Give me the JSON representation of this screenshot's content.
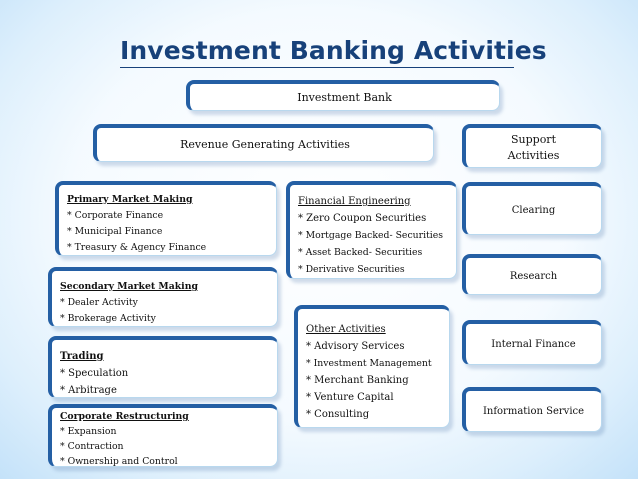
{
  "title": "Investment Banking Activities",
  "root": {
    "label": "Investment Bank"
  },
  "revenue": {
    "label": "Revenue Generating Activities"
  },
  "support": {
    "label_line1": "Support",
    "label_line2": "Activities",
    "items": [
      "Clearing",
      "Research",
      "Internal Finance",
      "Information Service"
    ]
  },
  "primary_market": {
    "heading": "Primary Market Making",
    "items": [
      "* Corporate Finance",
      "* Municipal Finance",
      "* Treasury & Agency Finance"
    ]
  },
  "secondary_market": {
    "heading": "Secondary Market Making",
    "items": [
      "* Dealer Activity",
      "* Brokerage Activity"
    ]
  },
  "trading": {
    "heading": "Trading",
    "items": [
      "* Speculation",
      "* Arbitrage"
    ]
  },
  "corporate_restructuring": {
    "heading": "Corporate Restructuring",
    "items": [
      "* Expansion",
      "* Contraction",
      "* Ownership and Control"
    ]
  },
  "financial_engineering": {
    "heading": "Financial Engineering",
    "items": [
      "* Zero Coupon Securities",
      "* Mortgage Backed- Securities",
      "* Asset Backed- Securities",
      "* Derivative Securities"
    ]
  },
  "other_activities": {
    "heading": "Other Activities",
    "items": [
      "* Advisory Services",
      "* Investment Management",
      "* Merchant Banking",
      "* Venture Capital",
      "* Consulting"
    ]
  },
  "colors": {
    "title": "#17417a",
    "box_border": "#245fa4",
    "background": "#e9f5ff"
  }
}
